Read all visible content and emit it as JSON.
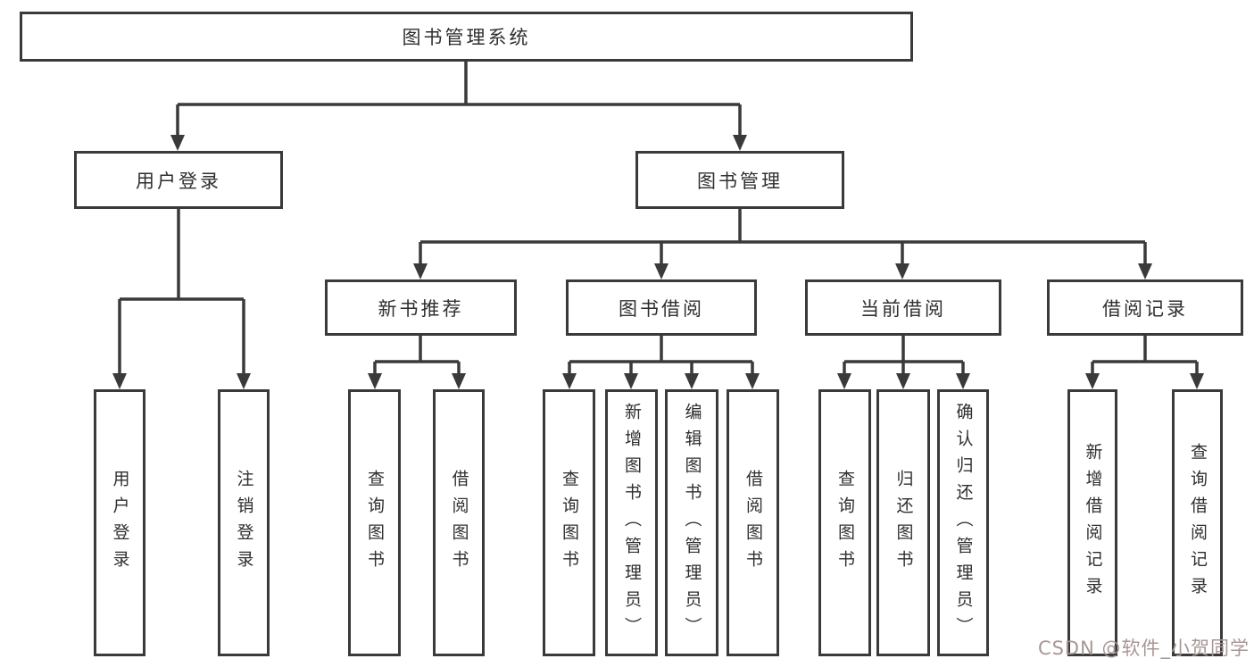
{
  "diagram": {
    "root": {
      "label": "图书管理系统"
    },
    "level2": [
      {
        "id": "user-login",
        "label": "用户登录"
      },
      {
        "id": "book-management",
        "label": "图书管理"
      }
    ],
    "level3": [
      {
        "id": "new-book-recommend",
        "label": "新书推荐"
      },
      {
        "id": "book-borrow",
        "label": "图书借阅"
      },
      {
        "id": "current-borrow",
        "label": "当前借阅"
      },
      {
        "id": "borrow-record",
        "label": "借阅记录"
      }
    ],
    "leaves": [
      {
        "group": "user-login",
        "label": "用户登录"
      },
      {
        "group": "user-login",
        "label": "注销登录"
      },
      {
        "group": "new-book-recommend",
        "label": "查询图书"
      },
      {
        "group": "new-book-recommend",
        "label": "借阅图书"
      },
      {
        "group": "book-borrow",
        "label": "查询图书"
      },
      {
        "group": "book-borrow",
        "label": "新增图书（管理员）"
      },
      {
        "group": "book-borrow",
        "label": "编辑图书（管理员）"
      },
      {
        "group": "book-borrow",
        "label": "借阅图书"
      },
      {
        "group": "current-borrow",
        "label": "查询图书"
      },
      {
        "group": "current-borrow",
        "label": "归还图书"
      },
      {
        "group": "current-borrow",
        "label": "确认归还（管理员）"
      },
      {
        "group": "borrow-record",
        "label": "新增借阅记录"
      },
      {
        "group": "borrow-record",
        "label": "查询借阅记录"
      }
    ],
    "colors": {
      "line": "#3a3a3a",
      "box_border": "#3a3a3a",
      "text": "#2f2f2f",
      "background": "#ffffff",
      "watermark": "#a89694"
    }
  },
  "watermark": {
    "text": "CSDN @软件_小贺同学"
  }
}
